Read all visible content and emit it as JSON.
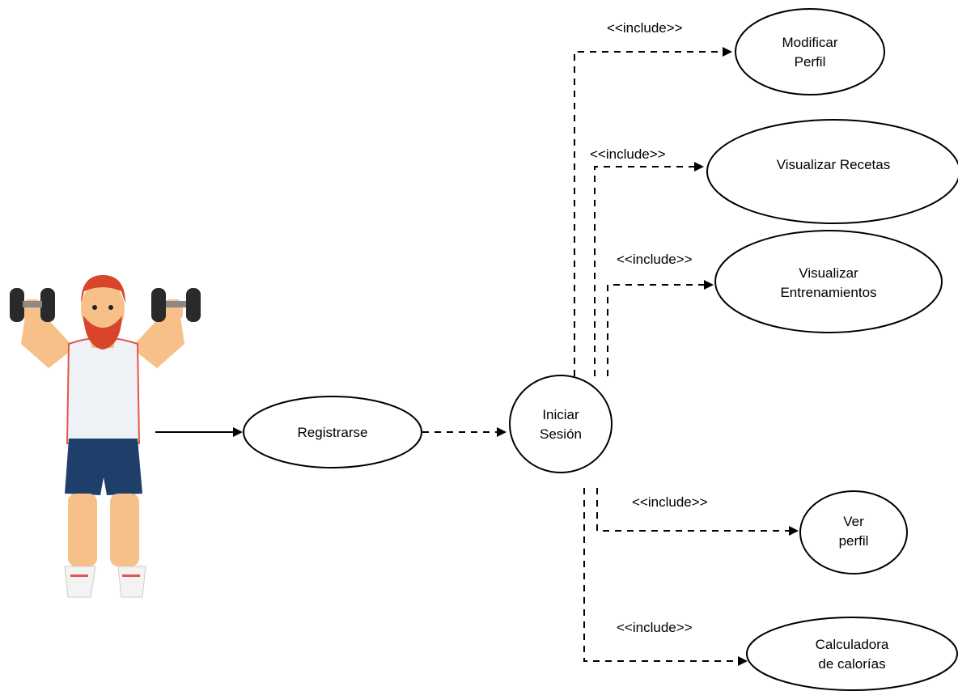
{
  "use_cases": {
    "registrarse": [
      "Registrarse"
    ],
    "iniciar_sesion": [
      "Iniciar",
      "Sesión"
    ],
    "modificar_perfil": [
      "Modificar",
      "Perfil"
    ],
    "visualizar_recetas": [
      "Visualizar Recetas"
    ],
    "visualizar_entrenamientos": [
      "Visualizar",
      "Entrenamientos"
    ],
    "ver_perfil": [
      "Ver",
      "perfil"
    ],
    "calculadora_calorias": [
      "Calculadora",
      "de calorías"
    ]
  },
  "relations": {
    "include_label": "<<include>>"
  },
  "actor": {
    "icon": "athlete-with-dumbbells-icon",
    "colors": {
      "hair": "#d9452b",
      "skin": "#f7c089",
      "shirt": "#eef1f5",
      "shorts": "#1f3f6b",
      "dumbbell": "#2a2a2a"
    }
  }
}
